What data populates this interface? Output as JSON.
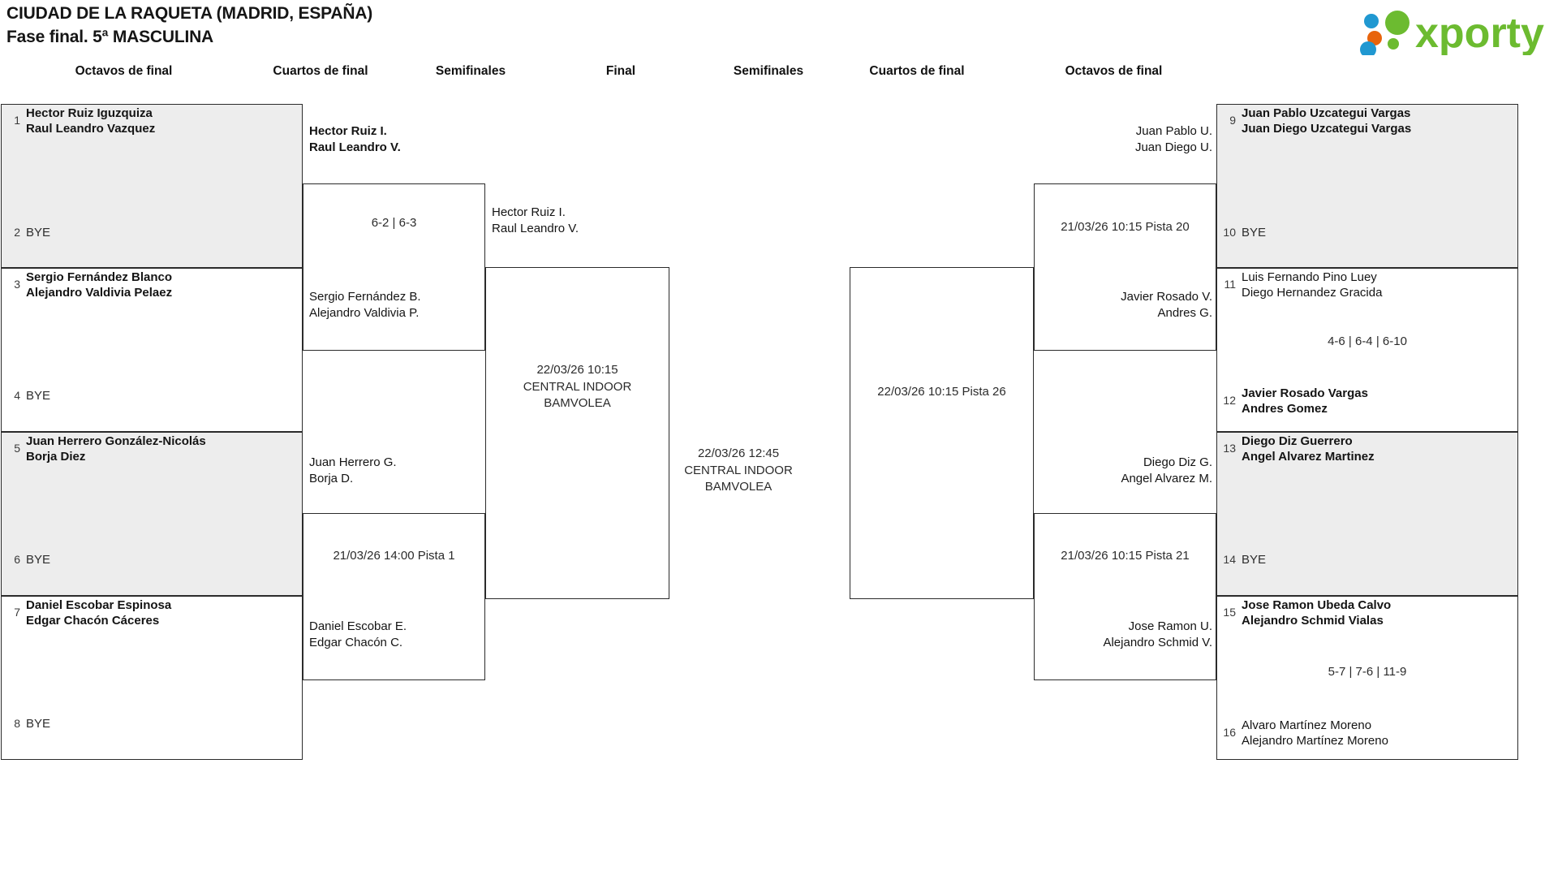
{
  "header": {
    "title_line1": "CIUDAD DE LA RAQUETA (MADRID, ESPAÑA)",
    "title_line2": "Fase final. 5ª MASCULINA",
    "logo_text": "xporty",
    "logo_colors": {
      "green": "#6cbb30",
      "blue": "#2098d1",
      "orange": "#e8640c"
    }
  },
  "round_headers": {
    "left_r16": "Octavos de final",
    "left_qf": "Cuartos de final",
    "left_sf": "Semifinales",
    "final": "Final",
    "right_sf": "Semifinales",
    "right_qf": "Cuartos de final",
    "right_r16": "Octavos de final"
  },
  "left": {
    "r16": [
      {
        "seed": "1",
        "line1": "Hector Ruiz Iguzquiza",
        "line2": "Raul Leandro Vazquez",
        "winner": true,
        "shaded": true
      },
      {
        "seed": "2",
        "bye": "BYE",
        "shaded": true
      },
      {
        "seed": "3",
        "line1": "Sergio Fernández Blanco",
        "line2": "Alejandro Valdivia Pelaez",
        "winner": true,
        "shaded": false
      },
      {
        "seed": "4",
        "bye": "BYE",
        "shaded": false
      },
      {
        "seed": "5",
        "line1": "Juan Herrero González-Nicolás",
        "line2": "Borja Diez",
        "winner": true,
        "shaded": true
      },
      {
        "seed": "6",
        "bye": "BYE",
        "shaded": true
      },
      {
        "seed": "7",
        "line1": "Daniel Escobar Espinosa",
        "line2": "Edgar Chacón Cáceres",
        "winner": true,
        "shaded": false
      },
      {
        "seed": "8",
        "bye": "BYE",
        "shaded": false
      }
    ],
    "qf": [
      {
        "line1": "Hector Ruiz I.",
        "line2": "Raul Leandro V.",
        "winner": true
      },
      {
        "line1": "Sergio Fernández B.",
        "line2": "Alejandro Valdivia P.",
        "winner": false
      },
      {
        "line1": "Juan Herrero G.",
        "line2": "Borja D.",
        "winner": false
      },
      {
        "line1": "Daniel Escobar E.",
        "line2": "Edgar Chacón C.",
        "winner": false
      }
    ],
    "qf_results": [
      {
        "type": "score",
        "text": "6-2 | 6-3"
      },
      {
        "type": "schedule",
        "lines": [
          "21/03/26 14:00 Pista 1"
        ]
      }
    ],
    "sf": [
      {
        "line1": "Hector Ruiz I.",
        "line2": "Raul Leandro V.",
        "winner": false
      }
    ],
    "sf_result": {
      "type": "schedule",
      "lines": [
        "22/03/26 10:15",
        "CENTRAL INDOOR",
        "BAMVOLEA"
      ]
    }
  },
  "final": {
    "result": {
      "type": "schedule",
      "lines": [
        "22/03/26 12:45",
        "CENTRAL INDOOR",
        "BAMVOLEA"
      ]
    }
  },
  "right": {
    "r16": [
      {
        "seed": "9",
        "line1": "Juan Pablo Uzcategui Vargas",
        "line2": "Juan Diego Uzcategui Vargas",
        "winner": true,
        "shaded": true
      },
      {
        "seed": "10",
        "bye": "BYE",
        "shaded": true
      },
      {
        "seed": "11",
        "line1": "Luis Fernando Pino Luey",
        "line2": "Diego Hernandez Gracida",
        "winner": false,
        "shaded": false
      },
      {
        "seed": "12",
        "line1": "Javier Rosado Vargas",
        "line2": "Andres Gomez",
        "winner": true,
        "shaded": false
      },
      {
        "seed": "13",
        "line1": "Diego Diz Guerrero",
        "line2": "Angel Alvarez Martinez",
        "winner": true,
        "shaded": true
      },
      {
        "seed": "14",
        "bye": "BYE",
        "shaded": true
      },
      {
        "seed": "15",
        "line1": "Jose Ramon Ubeda Calvo",
        "line2": "Alejandro Schmid Vialas",
        "winner": true,
        "shaded": false
      },
      {
        "seed": "16",
        "line1": "Alvaro Martínez Moreno",
        "line2": "Alejandro Martínez Moreno",
        "winner": false,
        "shaded": false
      }
    ],
    "r16_results": [
      {
        "type": "score",
        "text": "4-6 | 6-4 | 6-10"
      },
      {
        "type": "score",
        "text": "5-7 | 7-6 | 11-9"
      }
    ],
    "qf": [
      {
        "line1": "Juan Pablo U.",
        "line2": "Juan Diego U.",
        "winner": false
      },
      {
        "line1": "Javier Rosado V.",
        "line2": "Andres G.",
        "winner": false
      },
      {
        "line1": "Diego Diz G.",
        "line2": "Angel Alvarez M.",
        "winner": false
      },
      {
        "line1": "Jose Ramon U.",
        "line2": "Alejandro Schmid V.",
        "winner": false
      }
    ],
    "qf_results": [
      {
        "type": "schedule",
        "lines": [
          "21/03/26 10:15 Pista 20"
        ]
      },
      {
        "type": "schedule",
        "lines": [
          "21/03/26 10:15 Pista 21"
        ]
      }
    ],
    "sf_result": {
      "type": "schedule",
      "lines": [
        "22/03/26 10:15 Pista 26"
      ]
    }
  }
}
